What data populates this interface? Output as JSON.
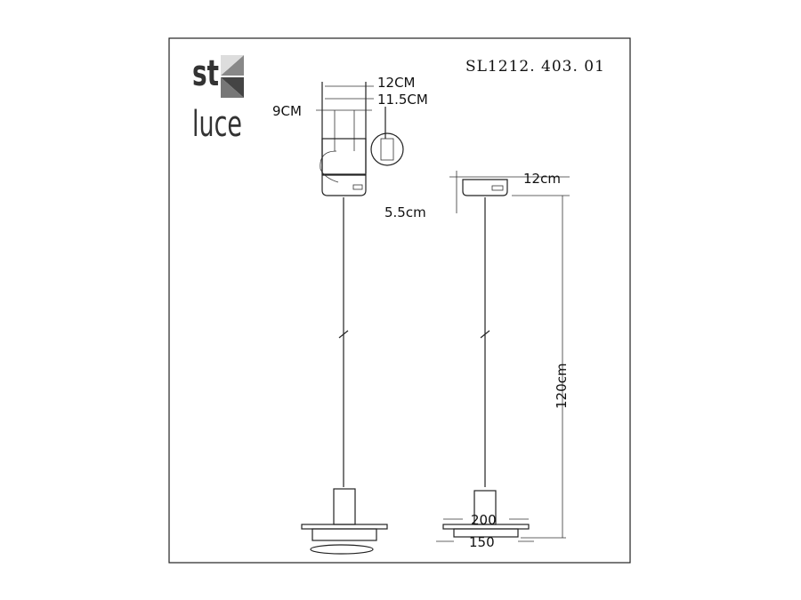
{
  "brand": {
    "logo_line1": "st",
    "logo_line2": "luce"
  },
  "model_code": "SL1212. 403. 01",
  "front_view": {
    "dim_width_outer": "12CM",
    "dim_width_inner": "11.5CM",
    "dim_mount_spacing": "9CM"
  },
  "side_view": {
    "dim_canopy_width": "12cm",
    "dim_canopy_height": "5.5cm",
    "dim_total_height": "120cm",
    "dim_shade_outer": "200",
    "dim_shade_inner": "150"
  }
}
